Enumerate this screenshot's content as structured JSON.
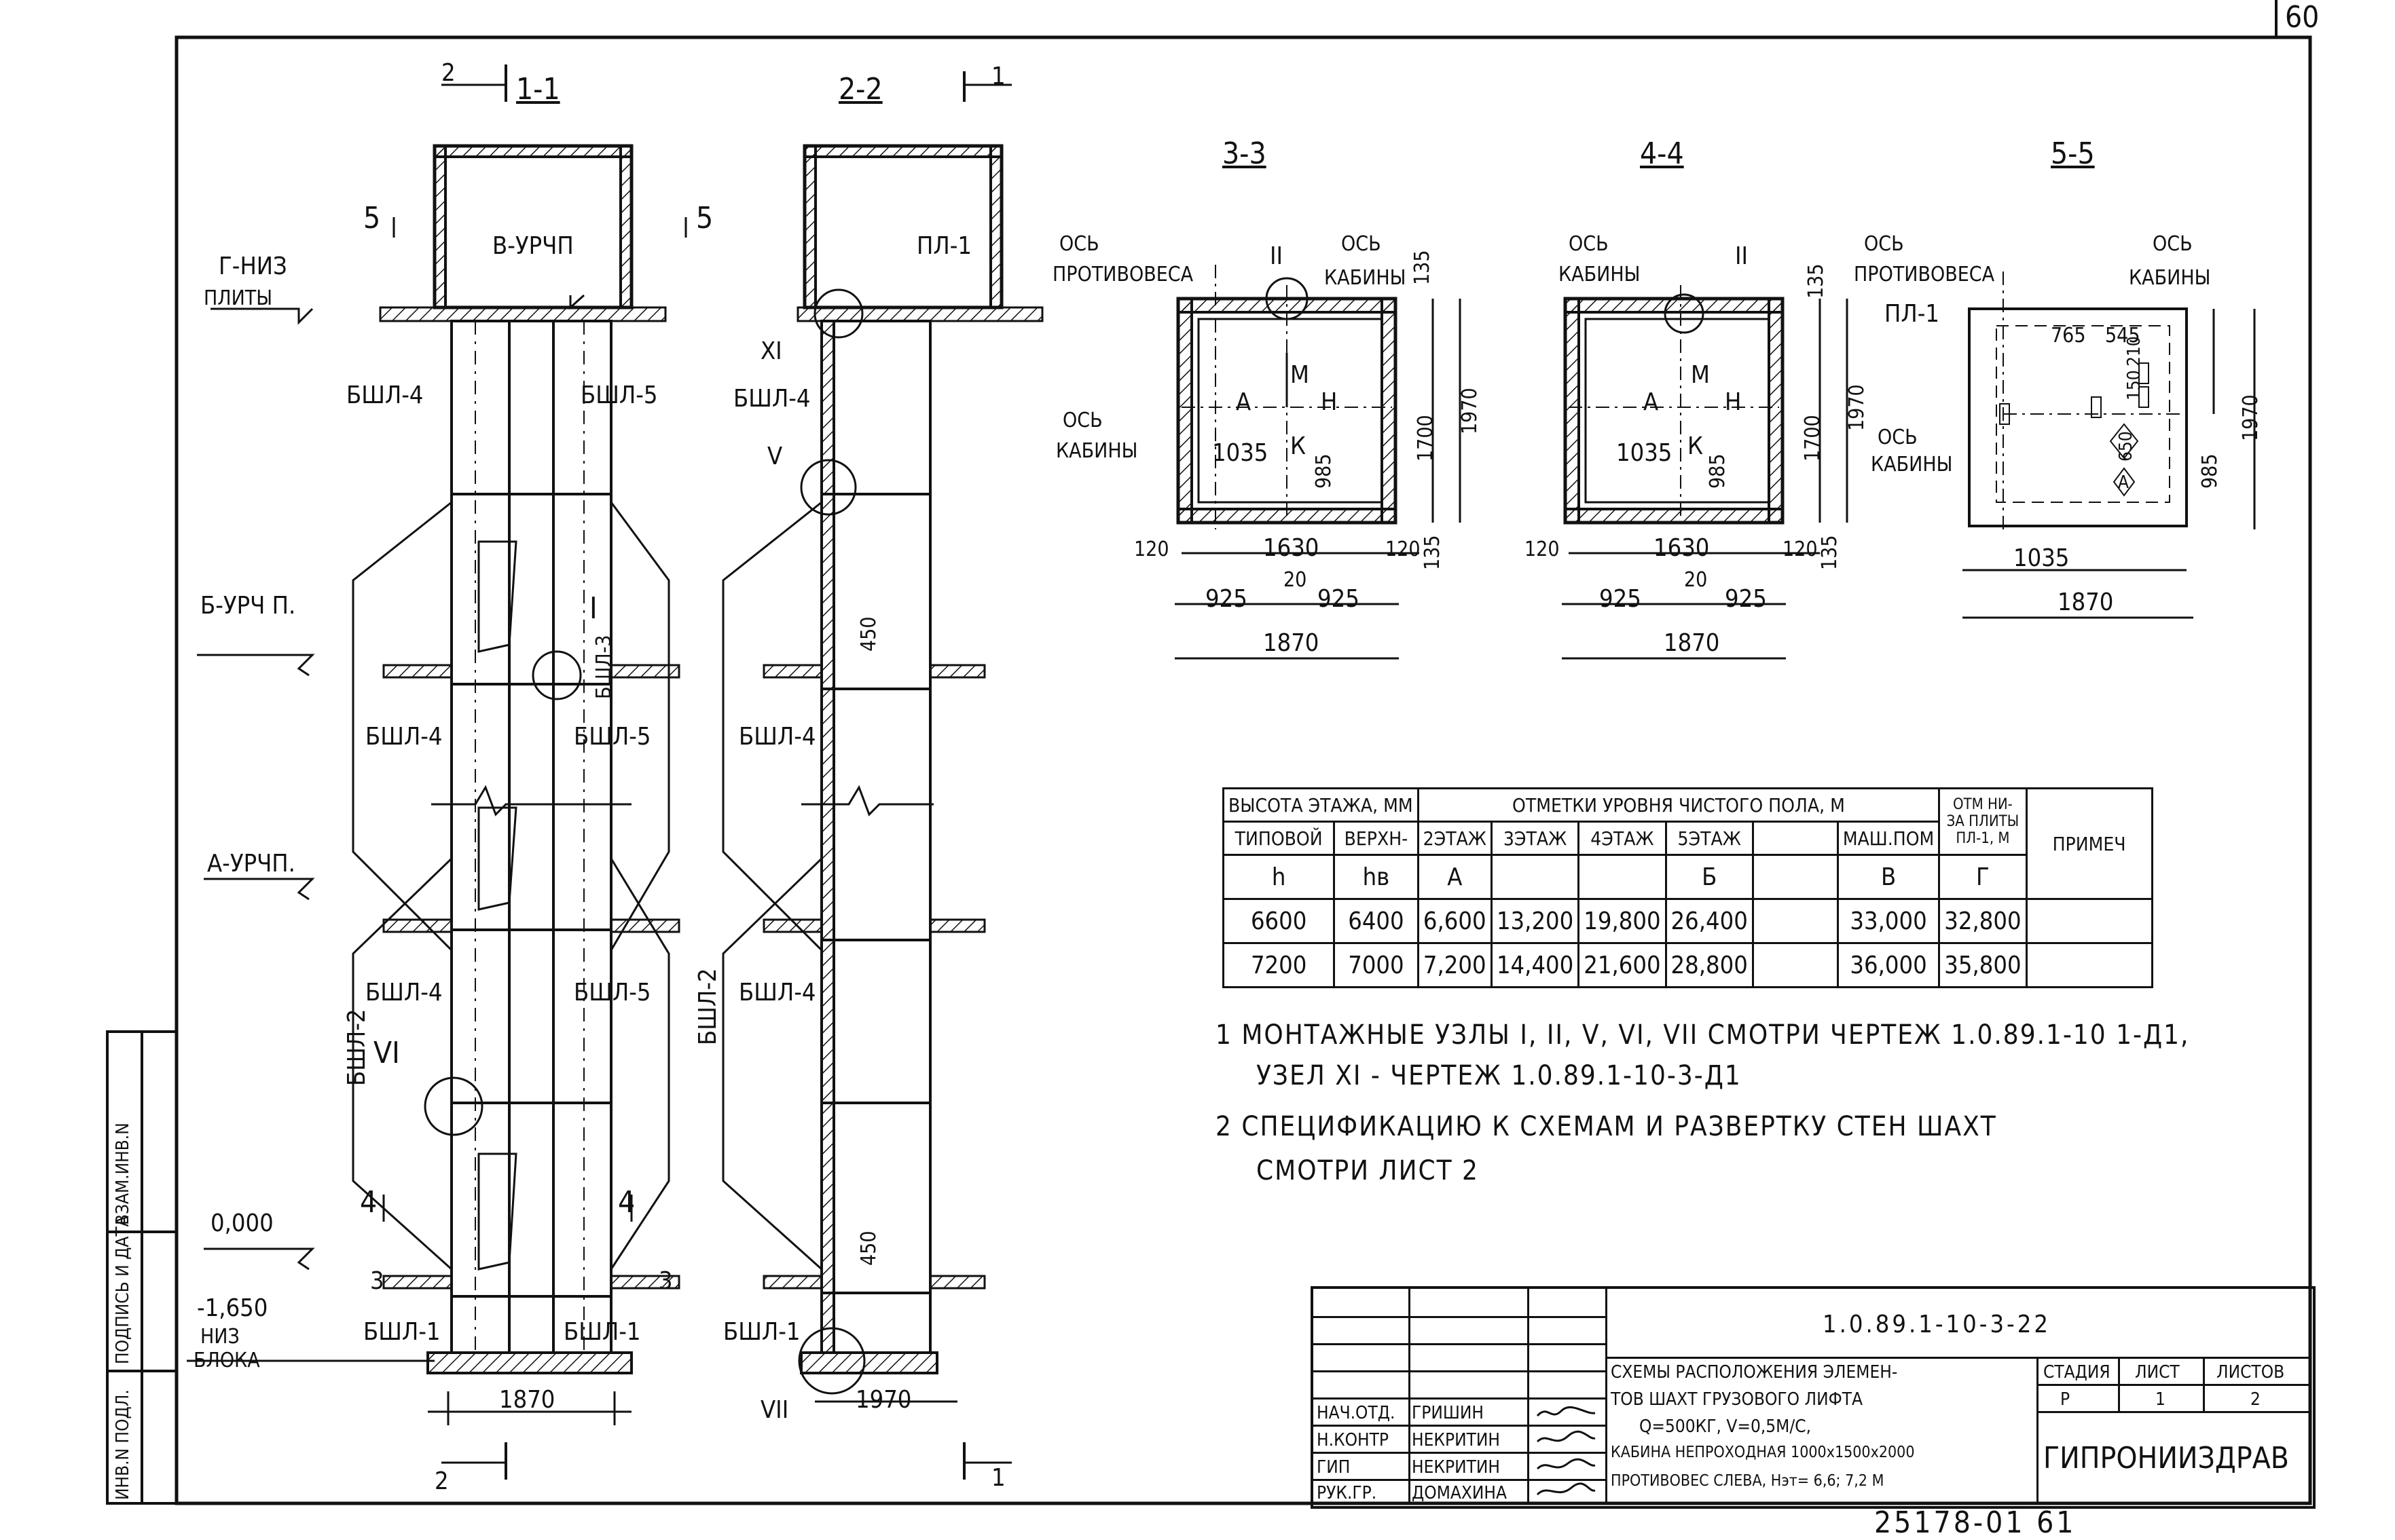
{
  "sheet_number": "60",
  "archive_code": "25178-01 61",
  "sections": {
    "s1": {
      "title": "1-1",
      "cut_left": "2",
      "cut_right": "2",
      "markers": {
        "left": "5",
        "right": "5",
        "bot_left": "4",
        "bot_right": "4",
        "bot_left2": "3",
        "bot_right2": "3"
      },
      "labels": {
        "g_niz": "Г-НИЗ",
        "g_niz2": "ПЛИТЫ",
        "v_urchp": "В-УРЧП",
        "b_urch": "Б-УРЧ П.",
        "a_urch": "А-УРЧП.",
        "zero": "0,000",
        "minus": "-1,650",
        "niz": "НИЗ",
        "bloka": "БЛОКА",
        "bsha2": "БШЛ-2",
        "bsha3": "БШЛ-3",
        "node1": "I",
        "node6": "VI"
      },
      "blocks": {
        "l1": "БШЛ-4",
        "r1": "БШЛ-5",
        "l2": "БШЛ-4",
        "r2": "БШЛ-5",
        "l3": "БШЛ-4",
        "r3": "БШЛ-5",
        "bl": "БШЛ-1",
        "br": "БШЛ-1"
      },
      "dim_width": "1870"
    },
    "s2": {
      "title": "2-2",
      "cut": "1",
      "cut2": "1",
      "labels": {
        "pl1": "ПЛ-1",
        "xi": "XI",
        "v": "V",
        "vii": "VII",
        "bsha2": "БШЛ-2",
        "d450a": "450",
        "d450b": "450"
      },
      "blocks": {
        "b1": "БШЛ-4",
        "b2": "БШЛ-4",
        "b3": "БШЛ-4",
        "b4": "БШЛ-1"
      },
      "dim_width": "1970"
    },
    "s3": {
      "title": "3-3",
      "os_prot": "ОСЬ",
      "os_prot2": "ПРОТИВОВЕСА",
      "os_kab": "ОСЬ",
      "os_kab2": "КАБИНЫ",
      "os_kab_l": "ОСЬ",
      "os_kab_l2": "КАБИНЫ",
      "node": "II",
      "d_135": "135",
      "d_1970": "1970",
      "d_1700": "1700",
      "d_985": "985",
      "d_1035": "1035",
      "d_120a": "120",
      "d_1630": "1630",
      "d_120b": "120",
      "d_135b": "135",
      "d_925a": "925",
      "d_20": "20",
      "d_925b": "925",
      "d_1870": "1870",
      "m": "М",
      "a": "А",
      "n": "Н",
      "k": "К"
    },
    "s4": {
      "title": "4-4",
      "os_kab": "ОСЬ",
      "os_kab2": "КАБИНЫ",
      "node": "II",
      "d_135": "135",
      "d_1970": "1970",
      "d_1700": "1700",
      "d_985": "985",
      "d_1035": "1035",
      "d_120a": "120",
      "d_1630": "1630",
      "d_120b": "120",
      "d_135b": "135",
      "d_925a": "925",
      "d_20": "20",
      "d_925b": "925",
      "d_1870": "1870",
      "m": "М",
      "a": "А",
      "n": "Н",
      "k": "К"
    },
    "s5": {
      "title": "5-5",
      "os_prot": "ОСЬ",
      "os_prot2": "ПРОТИВОВЕСА",
      "os_kab": "ОСЬ",
      "os_kab2": "КАБИНЫ",
      "os_kab_l": "ОСЬ",
      "os_kab_l2": "КАБИНЫ",
      "pl1": "ПЛ-1",
      "d_765": "765",
      "d_545": "545",
      "d_150": "150",
      "d_210": "210",
      "d_650": "650",
      "d_a": "А",
      "d_1970": "1970",
      "d_985": "985",
      "d_1035": "1035",
      "d_1870": "1870"
    }
  },
  "levels_table": {
    "header_group": "ВЫСОТА ЭТАЖА, ММ",
    "header_marks": "ОТМЕТКИ УРОВНЯ ЧИСТОГО ПОЛА, М",
    "header_slab": "ОТМ НИ-ЗА ПЛИТЫ ПЛ-1, М",
    "header_note": "ПРИМЕЧ",
    "columns": [
      "ТИПОВОЙ",
      "ВЕРХН-",
      "2ЭТАЖ",
      "3ЭТАЖ",
      "4ЭТАЖ",
      "5ЭТАЖ",
      "",
      "МАШ.ПОМ",
      ""
    ],
    "symbols": [
      "h",
      "hв",
      "А",
      "",
      "",
      "Б",
      "",
      "В",
      "Г"
    ],
    "rows": [
      [
        "6600",
        "6400",
        "6,600",
        "13,200",
        "19,800",
        "26,400",
        "",
        "33,000",
        "32,800",
        ""
      ],
      [
        "7200",
        "7000",
        "7,200",
        "14,400",
        "21,600",
        "28,800",
        "",
        "36,000",
        "35,800",
        ""
      ]
    ]
  },
  "notes": [
    "1 МОНТАЖНЫЕ УЗЛЫ I, II, V, VI, VII СМОТРИ ЧЕРТЕЖ 1.0.89.1-10 1-Д1,",
    "УЗЕЛ XI - ЧЕРТЕЖ   1.0.89.1-10-3-Д1",
    "2 СПЕЦИФИКАЦИЮ К СХЕМАМ И РАЗВЕРТКУ СТЕН ШАХТ",
    "СМОТРИ ЛИСТ 2"
  ],
  "side_stamp": [
    "ИНВ.N ПОДЛ.",
    "ПОДПИСЬ И ДАТА",
    "ВЗАМ.ИНВ.N"
  ],
  "title_block": {
    "doc_code": "1.0.89.1-10-3-22",
    "title_lines": [
      "СХЕМЫ РАСПОЛОЖЕНИЯ ЭЛЕМЕН-",
      "ТОВ ШАХТ ГРУЗОВОГО ЛИФТА",
      "Q=500КГ, V=0,5М/С,",
      "КАБИНА НЕПРОХОДНАЯ 1000x1500x2000",
      "ПРОТИВОВЕС СЛЕВА, Нэт= 6,6; 7,2 М"
    ],
    "stage_label": "СТАДИЯ",
    "sheet_label": "ЛИСТ",
    "sheets_label": "ЛИСТОВ",
    "stage": "Р",
    "sheet": "1",
    "sheets": "2",
    "org": "ГИПРОНИИЗДРАВ",
    "roles": [
      {
        "role": "НАЧ.ОТД.",
        "name": "ГРИШИН"
      },
      {
        "role": "Н.КОНТР",
        "name": "НЕКРИТИН"
      },
      {
        "role": "ГИП",
        "name": "НЕКРИТИН"
      },
      {
        "role": "РУК.ГР.",
        "name": "ДОМАХИНА"
      }
    ]
  }
}
